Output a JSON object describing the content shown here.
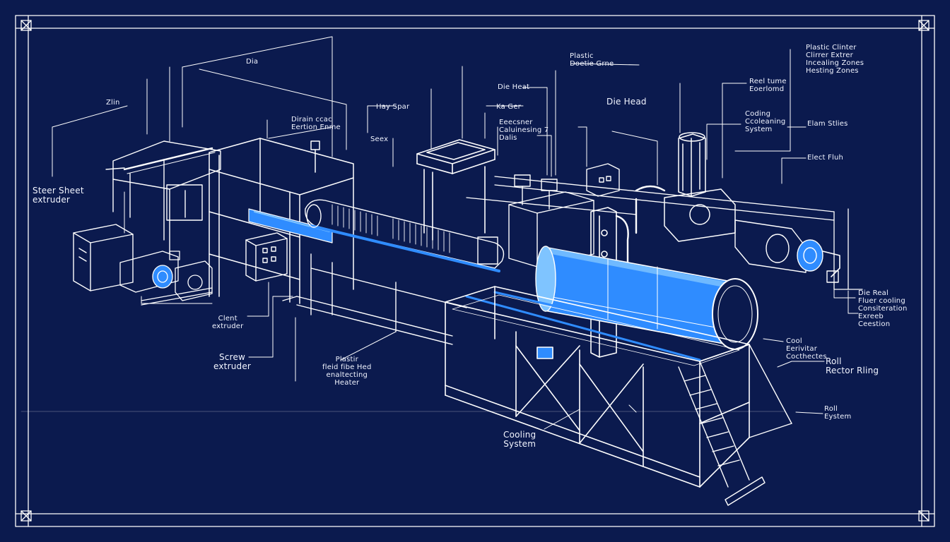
{
  "palette": {
    "background": "#0b1a4e",
    "line": "#ffffff",
    "accent": "#2f8cff",
    "accent_light": "#7fc4ff"
  },
  "labels": {
    "top_dim": "Dia",
    "left_dim": "Zlin",
    "steer_sheet_extruder": "Steer Sheet\nextruder",
    "drain_section": "Dirain ccac\nEertion Enme",
    "hay_spar": "Hay Spar",
    "seex": "Seex",
    "die_heat_small": "Die Heat",
    "ka_ger": "Ka Ger",
    "feeder_cabinet": "Eeecsner\nCaluinesing 7\nDalis",
    "plastic_top": "Plastic\nDoetie Grne",
    "die_head": "Die Head",
    "plastic_cluster": "Plastic Clinter\nClirrer Extrer\nIncealing Zones\nHesting Zones",
    "reel_item": "Reel tume\nEoerlomd",
    "cooling_top": "Coding\nCcoleaning\nSystem",
    "flow_sides": "Elam Stlies",
    "elect_flush": "Elect Fluh",
    "die_reel": "Die Real\nFluer cooling\nConsiteration\nExreeb\nCeestion",
    "client_extruder": "Clent\nextruder",
    "screw_extruder": "Screw\nextruder",
    "plastic_flow": "Plastir\nfleid fibe Hed\nenaltecting\nHeater",
    "cooling_system": "Cooling\nSystem",
    "cool_cone": "Cool\nEerivitar\nCocthectes",
    "roll_rector_ring": "Roll\nRector Rling",
    "roll_system": "Roll\nEystem"
  }
}
